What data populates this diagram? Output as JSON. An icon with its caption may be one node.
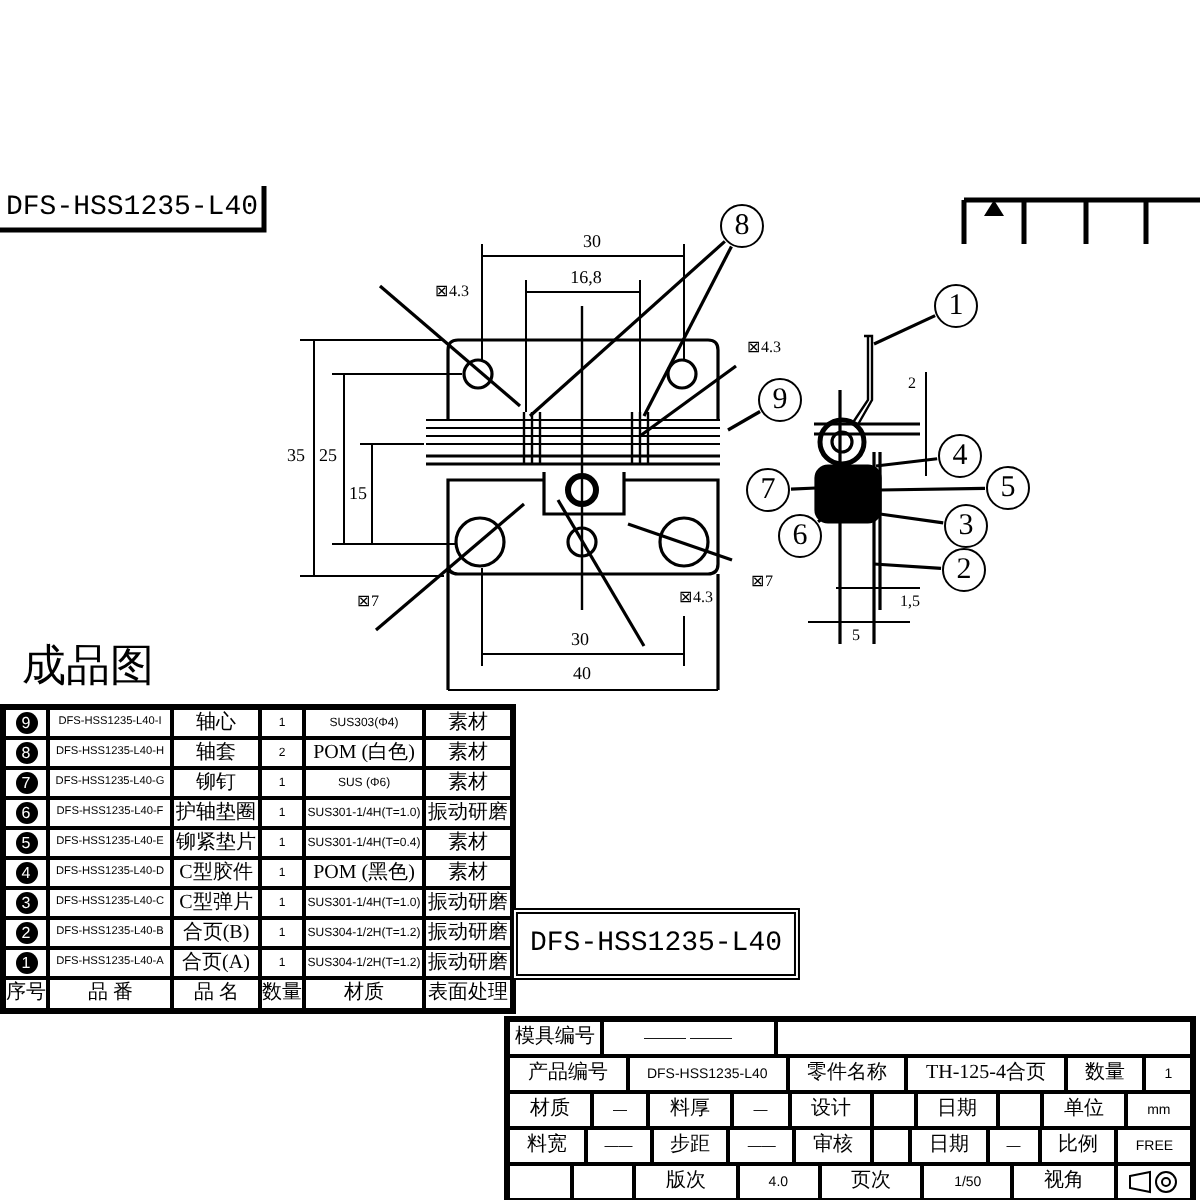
{
  "diagram": {
    "nodes": [
      {
        "text": [
          "8"
        ]
      },
      {
        "text": [
          "1"
        ]
      },
      {
        "text": [
          "9"
        ]
      },
      {
        "text": [
          "4"
        ]
      },
      {
        "text": [
          "7"
        ]
      },
      {
        "text": [
          "5"
        ]
      },
      {
        "text": [
          "6"
        ]
      },
      {
        "text": [
          "3"
        ]
      },
      {
        "text": [
          "2"
        ]
      },
      {
        "text": [],
        "shape": "picture"
      },
      {
        "text": [],
        "shape": "picture"
      }
    ],
    "edges": [
      {
        "from": 0,
        "to": 9,
        "arrow": "none"
      },
      {
        "from": 0,
        "to": 9,
        "arrow": "none"
      },
      {
        "from": 1,
        "to": 10,
        "arrow": "none"
      },
      {
        "from": 2,
        "to": 9,
        "arrow": "none"
      },
      {
        "from": 3,
        "to": 10,
        "arrow": "none"
      },
      {
        "from": 4,
        "to": 10,
        "arrow": "none"
      },
      {
        "from": 5,
        "to": 10,
        "arrow": "none"
      },
      {
        "from": 6,
        "to": 10,
        "arrow": "none"
      },
      {
        "from": 7,
        "to": 10,
        "arrow": "none"
      },
      {
        "from": 8,
        "to": 10,
        "arrow": "none"
      }
    ],
    "labels": [
      "DFS-HSS1235-L40",
      "30",
      "16,8",
      "⊠4.3",
      "⊠4.3",
      "35",
      "25",
      "15",
      "⊠7",
      "⊠4.3",
      "⊠7",
      "30",
      "40",
      "2",
      "1,5",
      "5",
      "成品图",
      "9",
      "DFS-HSS1235-L40-I",
      "轴心",
      "1",
      "SUS303(Φ4)",
      "素材",
      "8",
      "DFS-HSS1235-L40-H",
      "轴套",
      "2",
      "POM (白色)",
      "素材",
      "7",
      "DFS-HSS1235-L40-G",
      "铆钉",
      "1",
      "SUS (Φ6)",
      "素材",
      "6",
      "DFS-HSS1235-L40-F",
      "护轴垫圈",
      "1",
      "SUS301-1/4H(T=1.0)",
      "振动研磨",
      "5",
      "DFS-HSS1235-L40-E",
      "铆紧垫片",
      "1",
      "SUS301-1/4H(T=0.4)",
      "素材",
      "4",
      "DFS-HSS1235-L40-D",
      "C型胶件",
      "1",
      "POM (黑色)",
      "素材",
      "3",
      "DFS-HSS1235-L40-C",
      "C型弹片",
      "1",
      "SUS301-1/4H(T=1.0)",
      "振动研磨",
      "2",
      "DFS-HSS1235-L40-B",
      "合页(B)",
      "1",
      "SUS304-1/2H(T=1.2)",
      "振动研磨",
      "1",
      "DFS-HSS1235-L40-A",
      "合页(A)",
      "1",
      "SUS304-1/2H(T=1.2)",
      "振动研磨",
      "序号",
      "品 番",
      "品 名",
      "数量",
      "材质",
      "表面处理",
      "DFS-HSS1235-L40",
      "模具编号",
      "——— ———",
      "产品编号",
      "DFS-HSS1235-L40",
      "零件名称",
      "TH-125-4合页",
      "数量",
      "1",
      "材质",
      "—",
      "料厚",
      "—",
      "设计",
      "日期",
      "单位",
      "mm",
      "料宽",
      "——",
      "步距",
      "——",
      "审核",
      "日期",
      "—",
      "比例",
      "FREE",
      "版次",
      "4.0",
      "页次",
      "1/50",
      "视角"
    ]
  }
}
